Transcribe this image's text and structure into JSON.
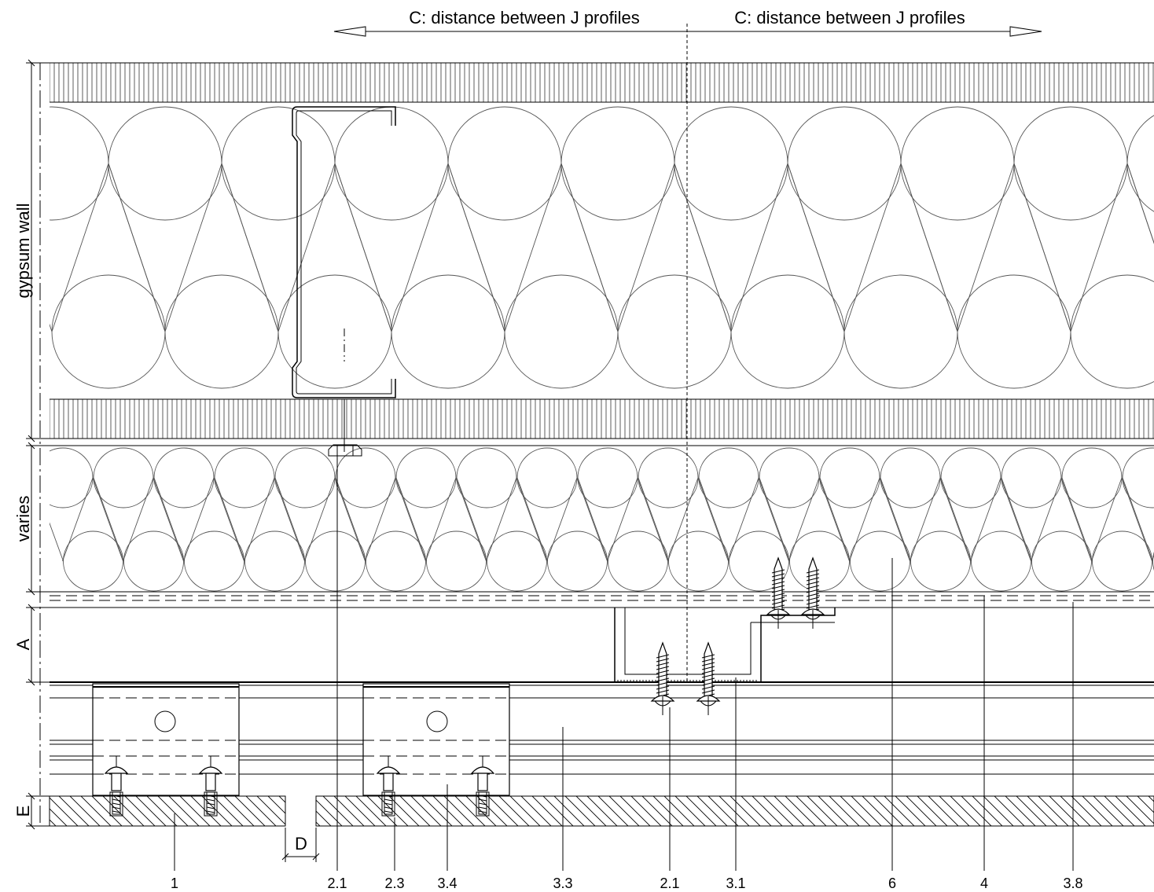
{
  "dimensions": {
    "top_left": "C: distance between J profiles",
    "top_right": "C: distance between J profiles",
    "gypsum": "gypsum wall",
    "varies": "varies",
    "A": "A",
    "E": "E",
    "D": "D"
  },
  "callouts": [
    "1",
    "2.1",
    "2.3",
    "3.4",
    "3.3",
    "2.1",
    "3.1",
    "6",
    "4",
    "3.8"
  ]
}
